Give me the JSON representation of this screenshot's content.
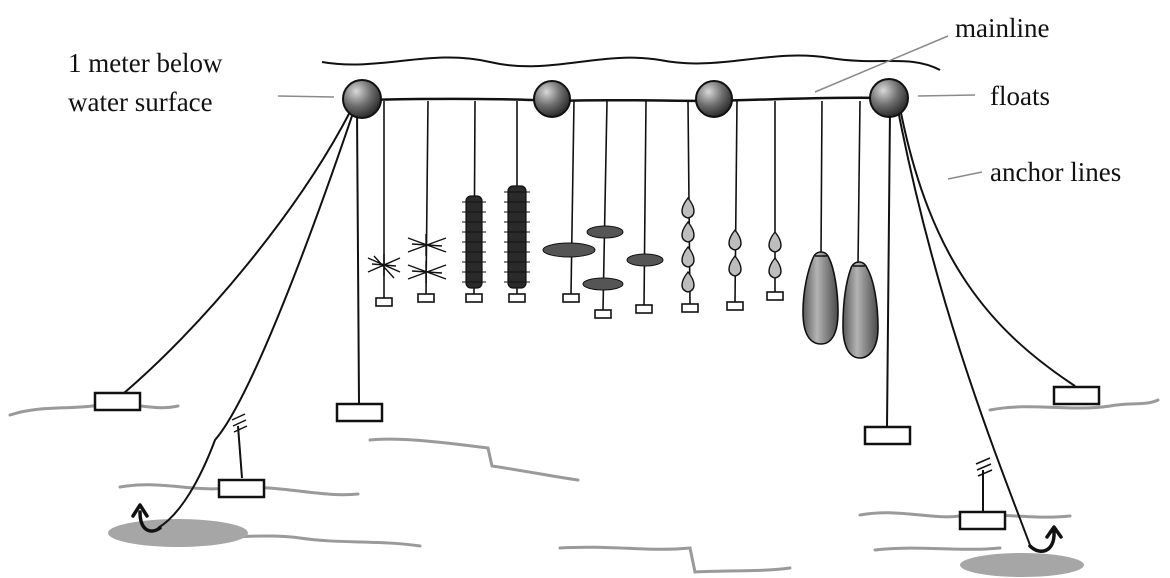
{
  "labels": {
    "depth_line1": "1 meter below",
    "depth_line2": "water surface",
    "mainline": "mainline",
    "floats": "floats",
    "anchor_lines": "anchor lines"
  },
  "colors": {
    "line": "#111111",
    "float_fill": "#6f6f6f",
    "seabed": "#9a9a9a",
    "mud": "#a6a6a6",
    "leader": "#8a8a8a",
    "bag": "#8c8c8c"
  }
}
